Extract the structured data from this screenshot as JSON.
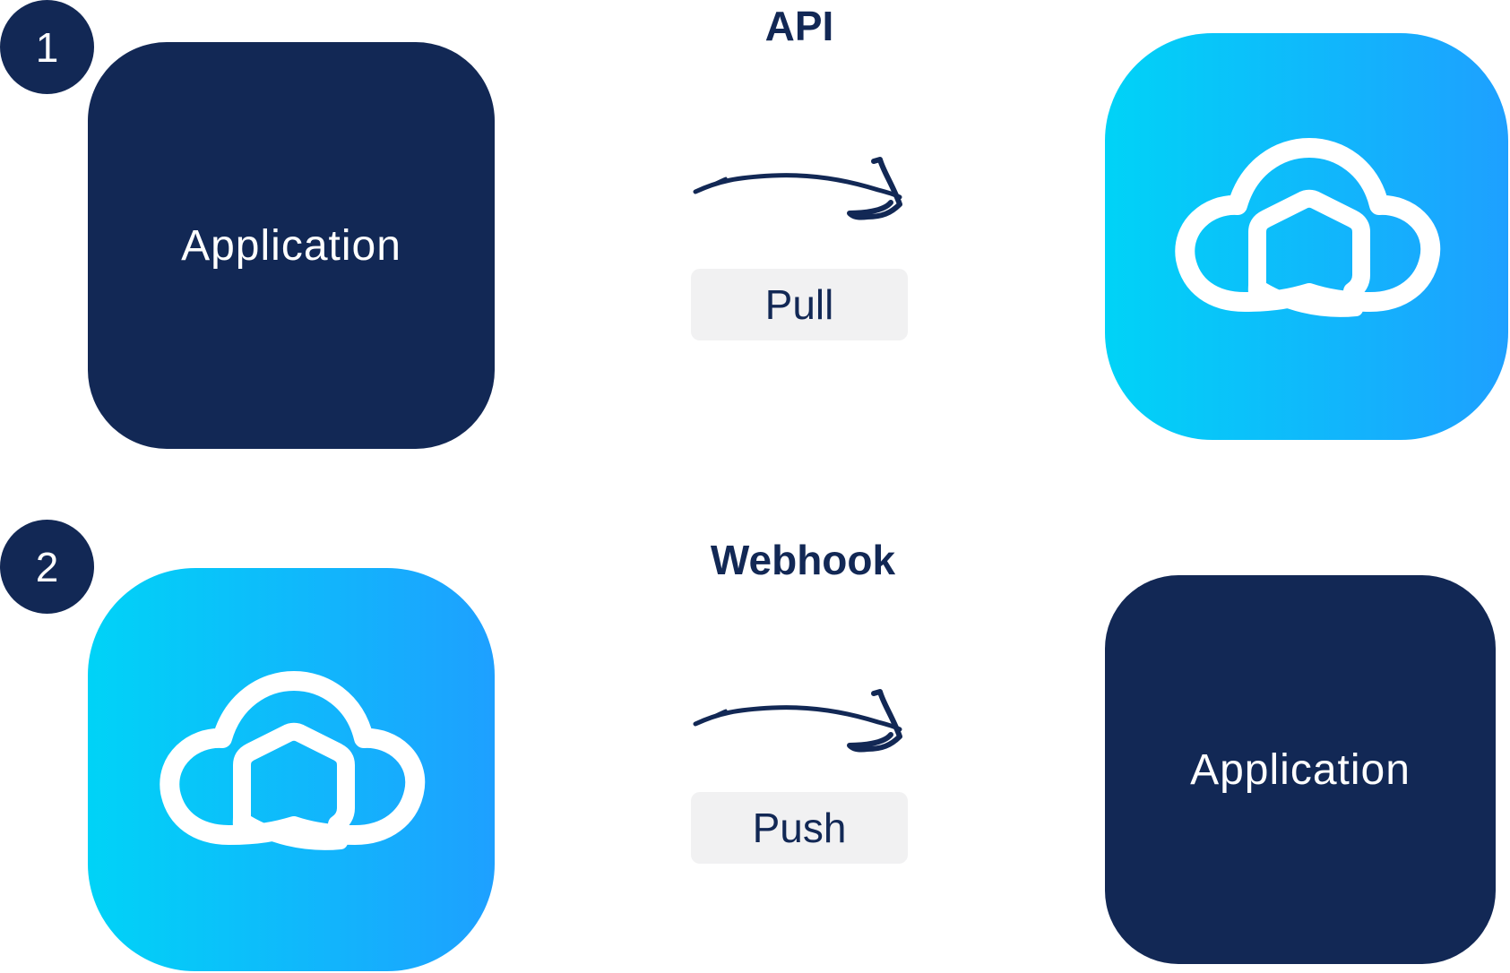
{
  "colors": {
    "navy": "#122855",
    "gradient_start": "#00d3f7",
    "gradient_end": "#1ea0ff",
    "pill_bg": "#f1f1f2",
    "background": "#ffffff"
  },
  "flows": [
    {
      "step": "1",
      "title": "API",
      "action": "Pull",
      "source": {
        "kind": "application",
        "label": "Application"
      },
      "target": {
        "kind": "cloud-logo",
        "icon": "cloud-box-logo-icon"
      },
      "arrow_icon": "hand-drawn-arrow-right-icon"
    },
    {
      "step": "2",
      "title": "Webhook",
      "action": "Push",
      "source": {
        "kind": "cloud-logo",
        "icon": "cloud-box-logo-icon"
      },
      "target": {
        "kind": "application",
        "label": "Application"
      },
      "arrow_icon": "hand-drawn-arrow-right-icon"
    }
  ]
}
